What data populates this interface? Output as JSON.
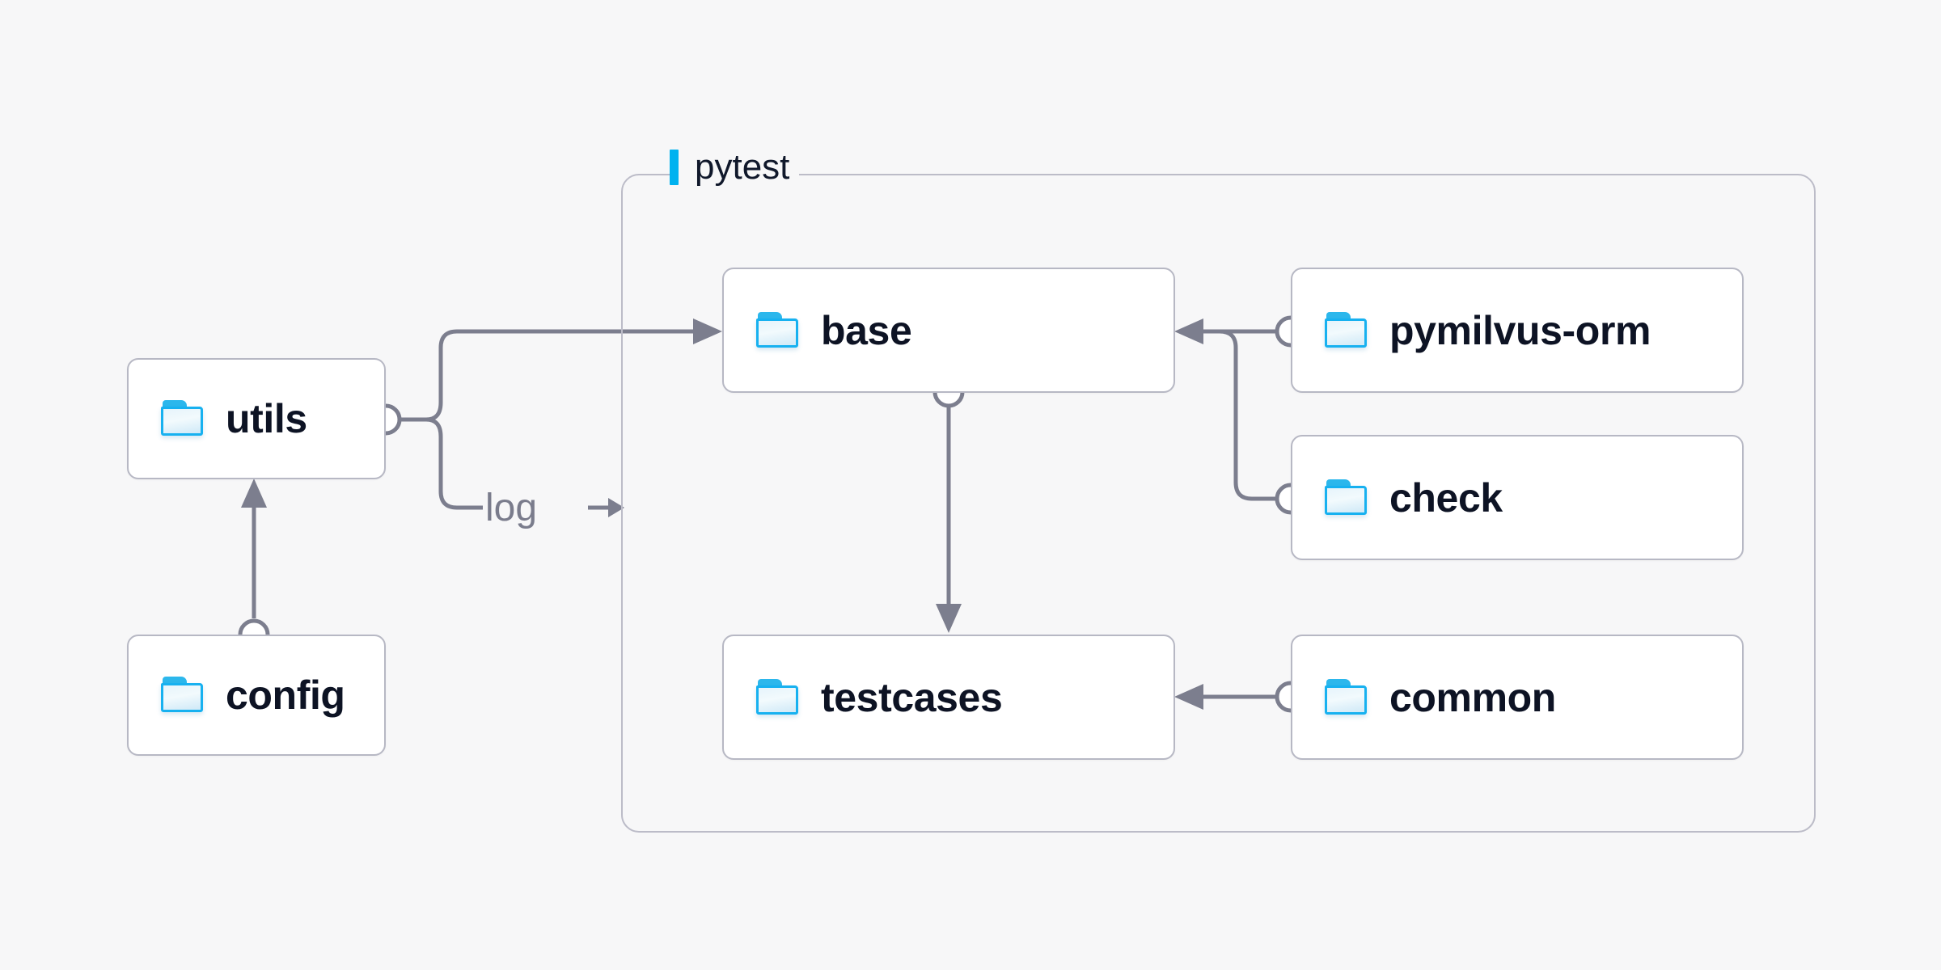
{
  "diagram": {
    "background_color": "#f7f7f8",
    "group": {
      "label": "pytest",
      "accent_color": "#00b2f0",
      "border_color": "#bcbcc8"
    },
    "edge_color": "#7c7e8e",
    "node_border_color": "#b7b8c4",
    "node_text_color": "#0d1324",
    "folder_icon_color": "#17b1f0",
    "nodes": [
      {
        "id": "utils",
        "label": "utils",
        "icon": "folder-icon",
        "in_group": false
      },
      {
        "id": "config",
        "label": "config",
        "icon": "folder-icon",
        "in_group": false
      },
      {
        "id": "base",
        "label": "base",
        "icon": "folder-icon",
        "in_group": true
      },
      {
        "id": "testcases",
        "label": "testcases",
        "icon": "folder-icon",
        "in_group": true
      },
      {
        "id": "pymilvus-orm",
        "label": "pymilvus-orm",
        "icon": "folder-icon",
        "in_group": true
      },
      {
        "id": "check",
        "label": "check",
        "icon": "folder-icon",
        "in_group": true
      },
      {
        "id": "common",
        "label": "common",
        "icon": "folder-icon",
        "in_group": true
      }
    ],
    "edge_labels": [
      {
        "id": "log",
        "text": "log",
        "glyph": "arrow-right"
      }
    ],
    "edges": [
      {
        "from": "utils",
        "to": "base",
        "label": ""
      },
      {
        "from": "utils",
        "to": "log",
        "label": "log"
      },
      {
        "from": "config",
        "to": "utils",
        "label": ""
      },
      {
        "from": "base",
        "to": "testcases",
        "label": ""
      },
      {
        "from": "pymilvus-orm",
        "to": "base",
        "label": ""
      },
      {
        "from": "check",
        "to": "base",
        "label": ""
      },
      {
        "from": "common",
        "to": "testcases",
        "label": ""
      }
    ]
  }
}
